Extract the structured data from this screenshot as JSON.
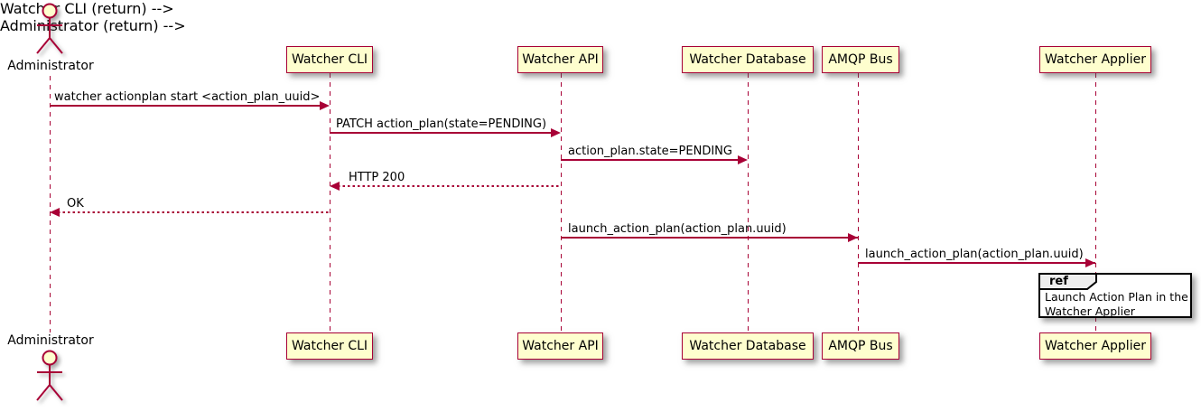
{
  "diagram_type": "uml-sequence-diagram",
  "actors": [
    {
      "name": "Administrator"
    }
  ],
  "participants": [
    {
      "name": "Watcher CLI"
    },
    {
      "name": "Watcher API"
    },
    {
      "name": "Watcher Database"
    },
    {
      "name": "AMQP Bus"
    },
    {
      "name": "Watcher Applier"
    }
  ],
  "messages": [
    {
      "from": "Administrator",
      "to": "Watcher CLI",
      "text": "watcher actionplan start <action_plan_uuid>",
      "line": "solid",
      "direction": "right"
    },
    {
      "from": "Watcher CLI",
      "to": "Watcher API",
      "text": "PATCH action_plan(state=PENDING)",
      "line": "solid",
      "direction": "right"
    },
    {
      "from": "Watcher API",
      "to": "Watcher Database",
      "text": "action_plan.state=PENDING",
      "line": "solid",
      "direction": "right"
    },
    {
      "from": "Watcher API",
      "to": "Watcher CLI",
      "text": "HTTP 200",
      "line": "dotted",
      "direction": "left"
    },
    {
      "from": "Watcher CLI",
      "to": "Administrator",
      "text": "OK",
      "line": "dotted",
      "direction": "left"
    },
    {
      "from": "Watcher API",
      "to": "AMQP Bus",
      "text": "launch_action_plan(action_plan.uuid)",
      "line": "solid",
      "direction": "right"
    },
    {
      "from": "AMQP Bus",
      "to": "Watcher Applier",
      "text": "launch_action_plan(action_plan.uuid)",
      "line": "solid",
      "direction": "right"
    }
  ],
  "ref_fragment": {
    "keyword": "ref",
    "text": "Launch Action Plan in the\nWatcher Applier"
  },
  "colors": {
    "participant_fill": "#FEFECE",
    "stroke": "#A80036",
    "text": "#000000",
    "ref_header_bg": "#EEEEEE",
    "ref_border": "#000000",
    "background": "#FFFFFF"
  }
}
